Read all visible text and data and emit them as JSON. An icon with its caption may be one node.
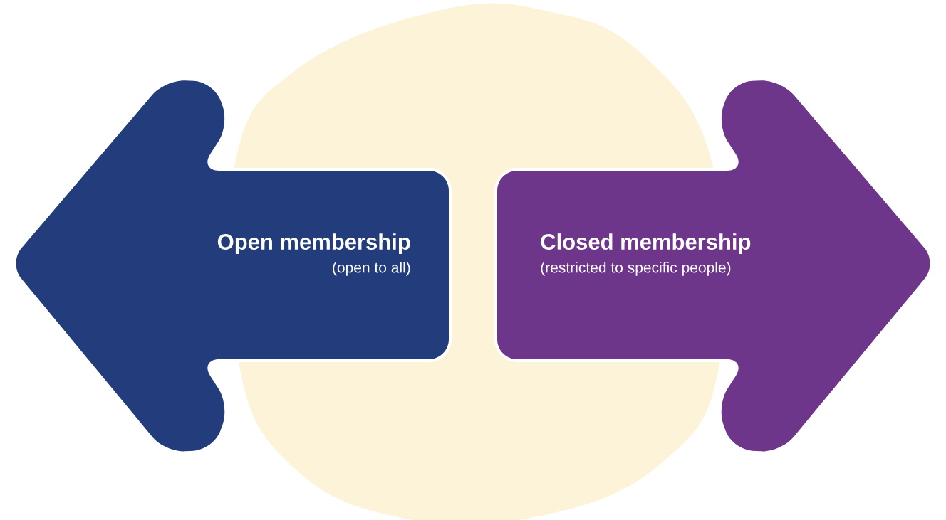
{
  "diagram": {
    "nodes": [
      {
        "text": [
          "Open membership",
          "(open to all)"
        ]
      },
      {
        "text": [
          "Closed membership",
          "(restricted to specific people)"
        ]
      }
    ]
  }
}
